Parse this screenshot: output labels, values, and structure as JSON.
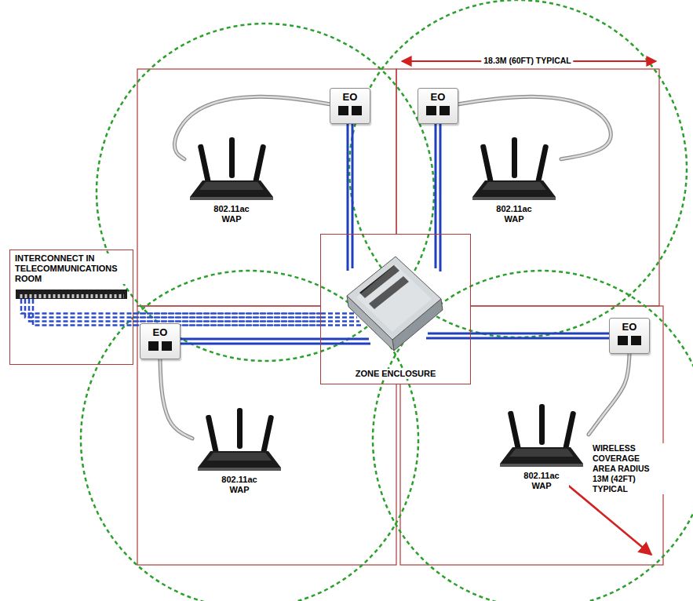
{
  "diagram": {
    "nodes": [
      {
        "text": [
          "INTERCONNECT IN TELECOMMUNICATIONS ROOM"
        ]
      },
      {
        "text": [
          "EO"
        ]
      },
      {
        "text": [
          "802.11ac WAP"
        ]
      },
      {
        "text": [
          "EO"
        ]
      },
      {
        "text": [
          "802.11ac WAP"
        ]
      },
      {
        "text": [
          "ZONE ENCLOSURE"
        ]
      },
      {
        "text": [
          "EO"
        ]
      },
      {
        "text": [
          "802.11ac WAP"
        ]
      },
      {
        "text": [
          "EO"
        ]
      },
      {
        "text": [
          "802.11ac WAP"
        ]
      }
    ],
    "edges": [
      {
        "from": 0,
        "to": 5,
        "arrow": "none"
      },
      {
        "from": 5,
        "to": 1,
        "arrow": "none"
      },
      {
        "from": 5,
        "to": 3,
        "arrow": "none"
      },
      {
        "from": 5,
        "to": 6,
        "arrow": "none"
      },
      {
        "from": 5,
        "to": 8,
        "arrow": "none"
      },
      {
        "from": 1,
        "to": 2,
        "arrow": "none"
      },
      {
        "from": 3,
        "to": 4,
        "arrow": "none"
      },
      {
        "from": 6,
        "to": 7,
        "arrow": "none"
      },
      {
        "from": 8,
        "to": 9,
        "arrow": "none"
      }
    ],
    "labels": [
      "18.3M (60FT) TYPICAL",
      "WIRELESS COVERAGE AREA RADIUS 13M (42FT) TYPICAL"
    ]
  }
}
